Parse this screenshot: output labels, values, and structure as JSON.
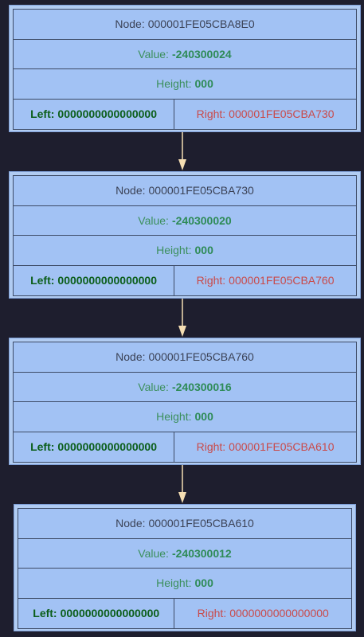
{
  "colors": {
    "background": "#1e1e2e",
    "node_fill": "#a2c2f4",
    "node_border": "#3d4b66",
    "arrow": "#f5deb3",
    "value_green": "#2e8b57",
    "left_green": "#0b5e1a",
    "right_red": "#c94a4a"
  },
  "labels": {
    "node": "Node:",
    "value": "Value:",
    "height": "Height:",
    "left": "Left:",
    "right": "Right:"
  },
  "nodes": [
    {
      "address": "000001FE05CBA8E0",
      "value": "-240300024",
      "height": "000",
      "left": "0000000000000000",
      "right": "000001FE05CBA730"
    },
    {
      "address": "000001FE05CBA730",
      "value": "-240300020",
      "height": "000",
      "left": "0000000000000000",
      "right": "000001FE05CBA760"
    },
    {
      "address": "000001FE05CBA760",
      "value": "-240300016",
      "height": "000",
      "left": "0000000000000000",
      "right": "000001FE05CBA610"
    },
    {
      "address": "000001FE05CBA610",
      "value": "-240300012",
      "height": "000",
      "left": "0000000000000000",
      "right": "0000000000000000"
    }
  ]
}
